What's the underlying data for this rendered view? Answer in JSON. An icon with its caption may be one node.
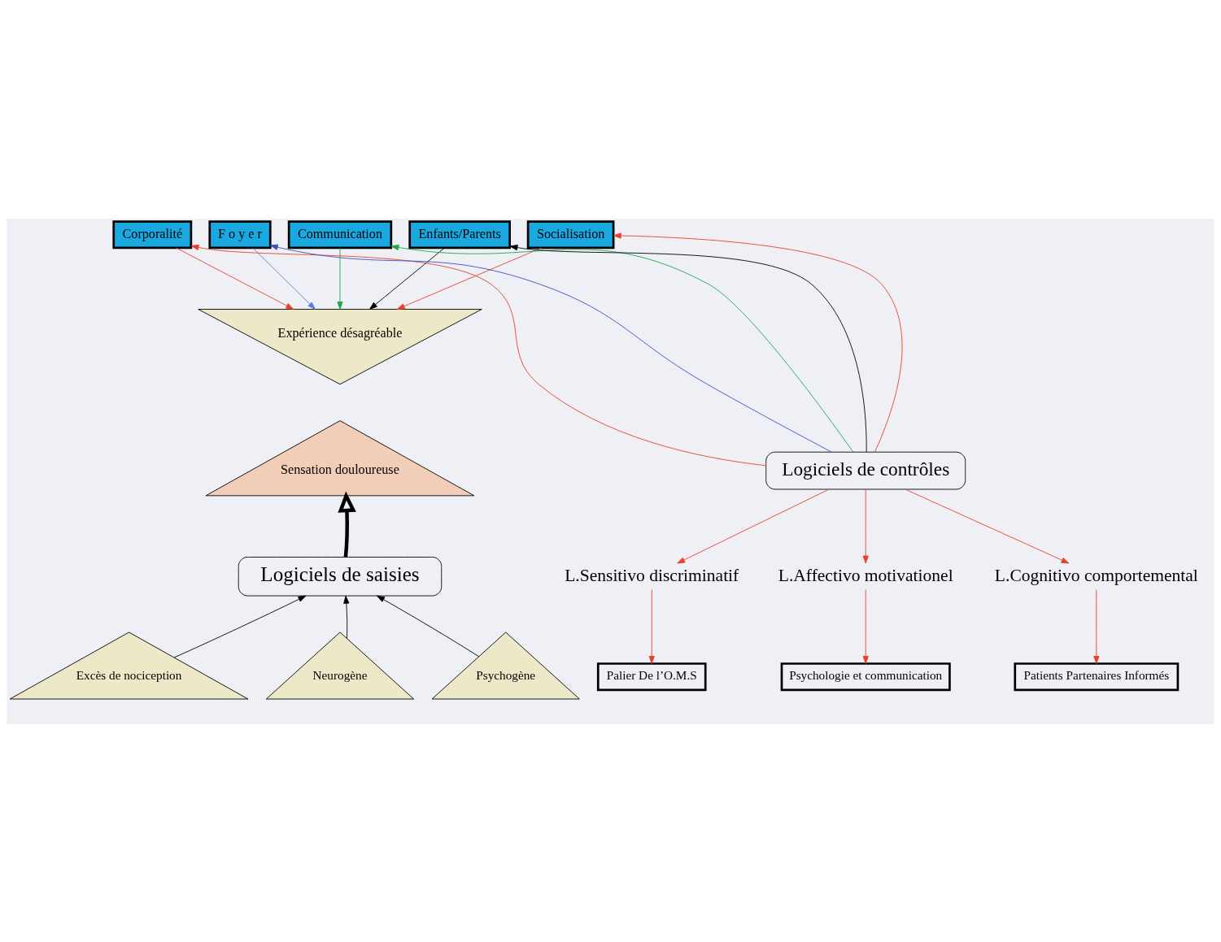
{
  "diagram": {
    "nodes": [
      {
        "text": [
          "Corporalité"
        ]
      },
      {
        "text": [
          "F o y e r"
        ]
      },
      {
        "text": [
          "Communication"
        ]
      },
      {
        "text": [
          "Enfants/Parents"
        ]
      },
      {
        "text": [
          "Socialisation"
        ]
      },
      {
        "text": [
          "Expérience désagréable"
        ]
      },
      {
        "text": [
          "Sensation douloureuse"
        ]
      },
      {
        "text": [
          "Logiciels de contrôles"
        ]
      },
      {
        "text": [
          "L.Sensitivo discriminatif"
        ]
      },
      {
        "text": [
          "L.Affectivo motivationel"
        ]
      },
      {
        "text": [
          "L.Cognitivo comportemental"
        ]
      },
      {
        "text": [
          "Palier De l’O.M.S"
        ]
      },
      {
        "text": [
          "Psychologie et communication"
        ]
      },
      {
        "text": [
          "Patients Partenaires Informés"
        ]
      },
      {
        "text": [
          "Logiciels de saisies"
        ]
      },
      {
        "text": [
          "Excès de nociception"
        ]
      },
      {
        "text": [
          "Neurogène"
        ]
      },
      {
        "text": [
          "Psychogène"
        ]
      }
    ],
    "edges": [
      {
        "from": 7,
        "to": 0,
        "arrow": "to"
      },
      {
        "from": 7,
        "to": 1,
        "arrow": "to",
        "color": "#3a4fc0"
      },
      {
        "from": 7,
        "to": 2,
        "arrow": "to",
        "color": "#1ea64a"
      },
      {
        "from": 7,
        "to": 3,
        "arrow": "to",
        "color": "#000000"
      },
      {
        "from": 7,
        "to": 4,
        "arrow": "to"
      },
      {
        "from": 0,
        "to": 5,
        "arrow": "to"
      },
      {
        "from": 1,
        "to": 5,
        "arrow": "to",
        "color": "#5b7fd6"
      },
      {
        "from": 2,
        "to": 5,
        "arrow": "to",
        "color": "#1ea64a"
      },
      {
        "from": 3,
        "to": 5,
        "arrow": "to",
        "color": "#000000"
      },
      {
        "from": 4,
        "to": 5,
        "arrow": "to"
      },
      {
        "from": 14,
        "to": 6,
        "arrow": "to",
        "style": "thick",
        "color": "#000000"
      },
      {
        "from": 7,
        "to": 8,
        "arrow": "to"
      },
      {
        "from": 7,
        "to": 9,
        "arrow": "to"
      },
      {
        "from": 7,
        "to": 10,
        "arrow": "to"
      },
      {
        "from": 8,
        "to": 11,
        "arrow": "to"
      },
      {
        "from": 9,
        "to": 12,
        "arrow": "to"
      },
      {
        "from": 10,
        "to": 13,
        "arrow": "to"
      },
      {
        "from": 15,
        "to": 14,
        "arrow": "to",
        "color": "#000000"
      },
      {
        "from": 16,
        "to": 14,
        "arrow": "to",
        "color": "#000000"
      },
      {
        "from": 17,
        "to": 14,
        "arrow": "to",
        "color": "#000000"
      }
    ]
  }
}
